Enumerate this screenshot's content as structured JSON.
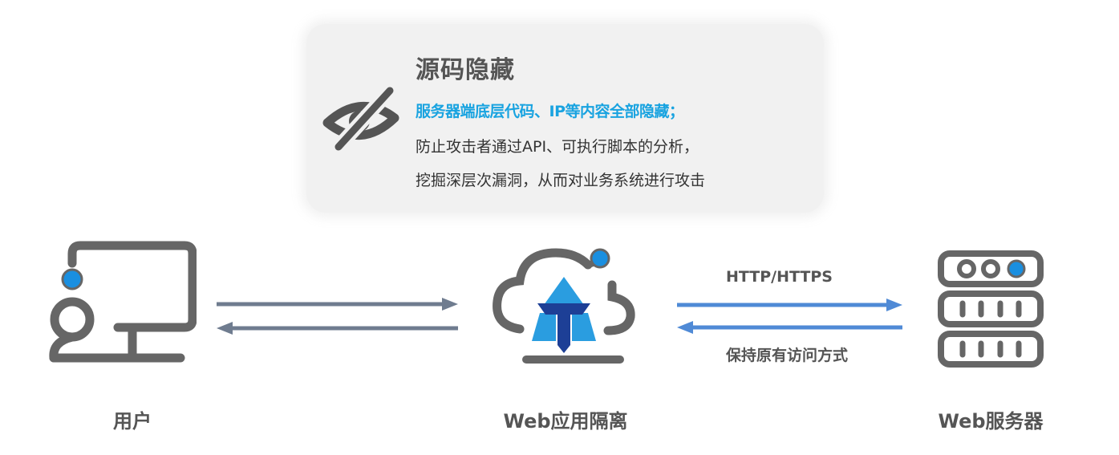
{
  "card": {
    "icon": "eye-slash-icon",
    "title": "源码隐藏",
    "highlight": "服务器端底层代码、IP等内容全部隐藏；",
    "lines": [
      "防止攻击者通过API、可执行脚本的分析，",
      "挖掘深层次漏洞，从而对业务系统进行攻击"
    ]
  },
  "nodes": {
    "user": {
      "label": "用户",
      "icon": "user-computer-icon"
    },
    "isolation": {
      "label": "Web应用隔离",
      "icon": "cloud-logo-icon"
    },
    "server": {
      "label": "Web服务器",
      "icon": "server-rack-icon"
    }
  },
  "links": {
    "user_isolation": {
      "color": "#6f7c8f"
    },
    "isolation_server": {
      "top_label": "HTTP/HTTPS",
      "bottom_label": "保持原有访问方式",
      "color": "#4f8ad6"
    }
  },
  "colors": {
    "icon_gray": "#666666",
    "accent_blue": "#1a8fe0",
    "highlight_text": "#19a3e0",
    "logo_light_blue": "#2a9de0",
    "logo_dark_blue": "#1d3f96"
  }
}
